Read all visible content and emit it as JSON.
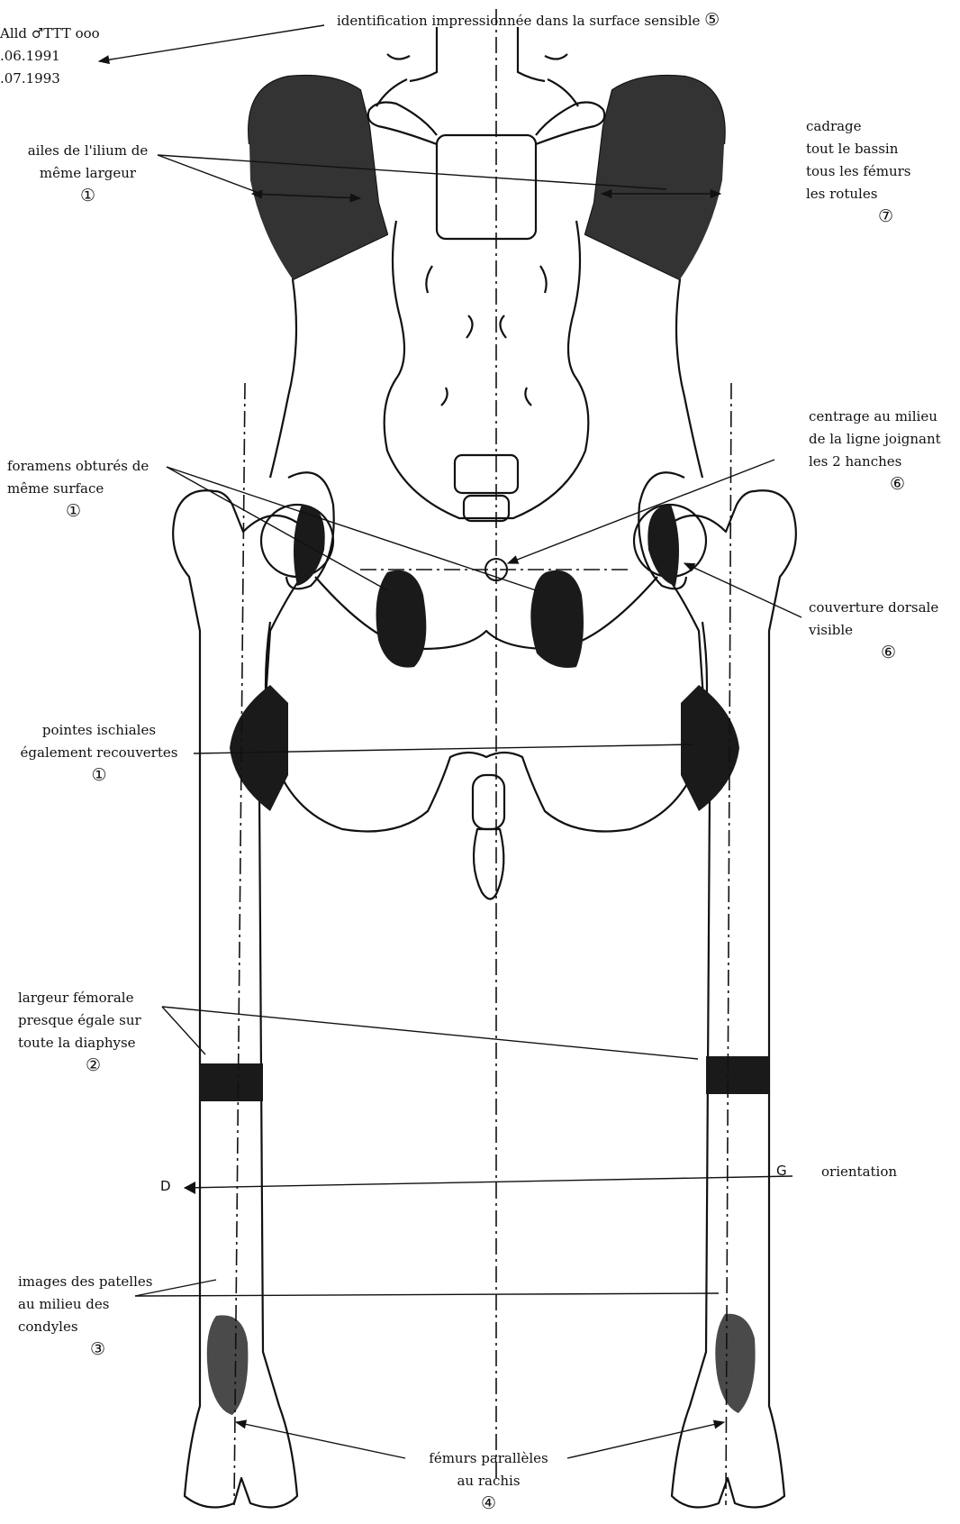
{
  "colors": {
    "ink": "#111111",
    "shade": "#1a1a1a",
    "patella": "#4a4a4a",
    "paper": "#ffffff"
  },
  "id_block": {
    "lines": [
      "Alld ♂TTT ooo",
      ".06.1991",
      ".07.1993"
    ]
  },
  "labels": {
    "identification": {
      "text": "identification impressionnée dans la surface sensible",
      "num": "⑤"
    },
    "ilium": {
      "lines": [
        "ailes de l'ilium de",
        "même largeur"
      ],
      "num": "①"
    },
    "cadrage": {
      "lines": [
        "cadrage",
        "tout le bassin",
        "tous les fémurs",
        "les rotules"
      ],
      "num": "⑦"
    },
    "foramens": {
      "lines": [
        "foramens obturés de",
        "même surface"
      ],
      "num": "①"
    },
    "centrage": {
      "lines": [
        "centrage au milieu",
        "de la ligne joignant",
        "les 2 hanches"
      ],
      "num": "⑥"
    },
    "couverture": {
      "lines": [
        "couverture dorsale",
        "visible"
      ],
      "num": "⑥"
    },
    "ischiales": {
      "lines": [
        "pointes ischiales",
        "également recouvertes"
      ],
      "num": "①"
    },
    "femorale": {
      "lines": [
        "largeur fémorale",
        "presque égale sur",
        "toute la diaphyse"
      ],
      "num": "②"
    },
    "orientation": {
      "text": "orientation",
      "left_letter": "D",
      "right_letter": "G"
    },
    "patelles": {
      "lines": [
        "images des patelles",
        "au milieu des",
        "condyles"
      ],
      "num": "③"
    },
    "paralleles": {
      "lines": [
        "fémurs parallèles",
        "au rachis"
      ],
      "num": "④"
    }
  }
}
